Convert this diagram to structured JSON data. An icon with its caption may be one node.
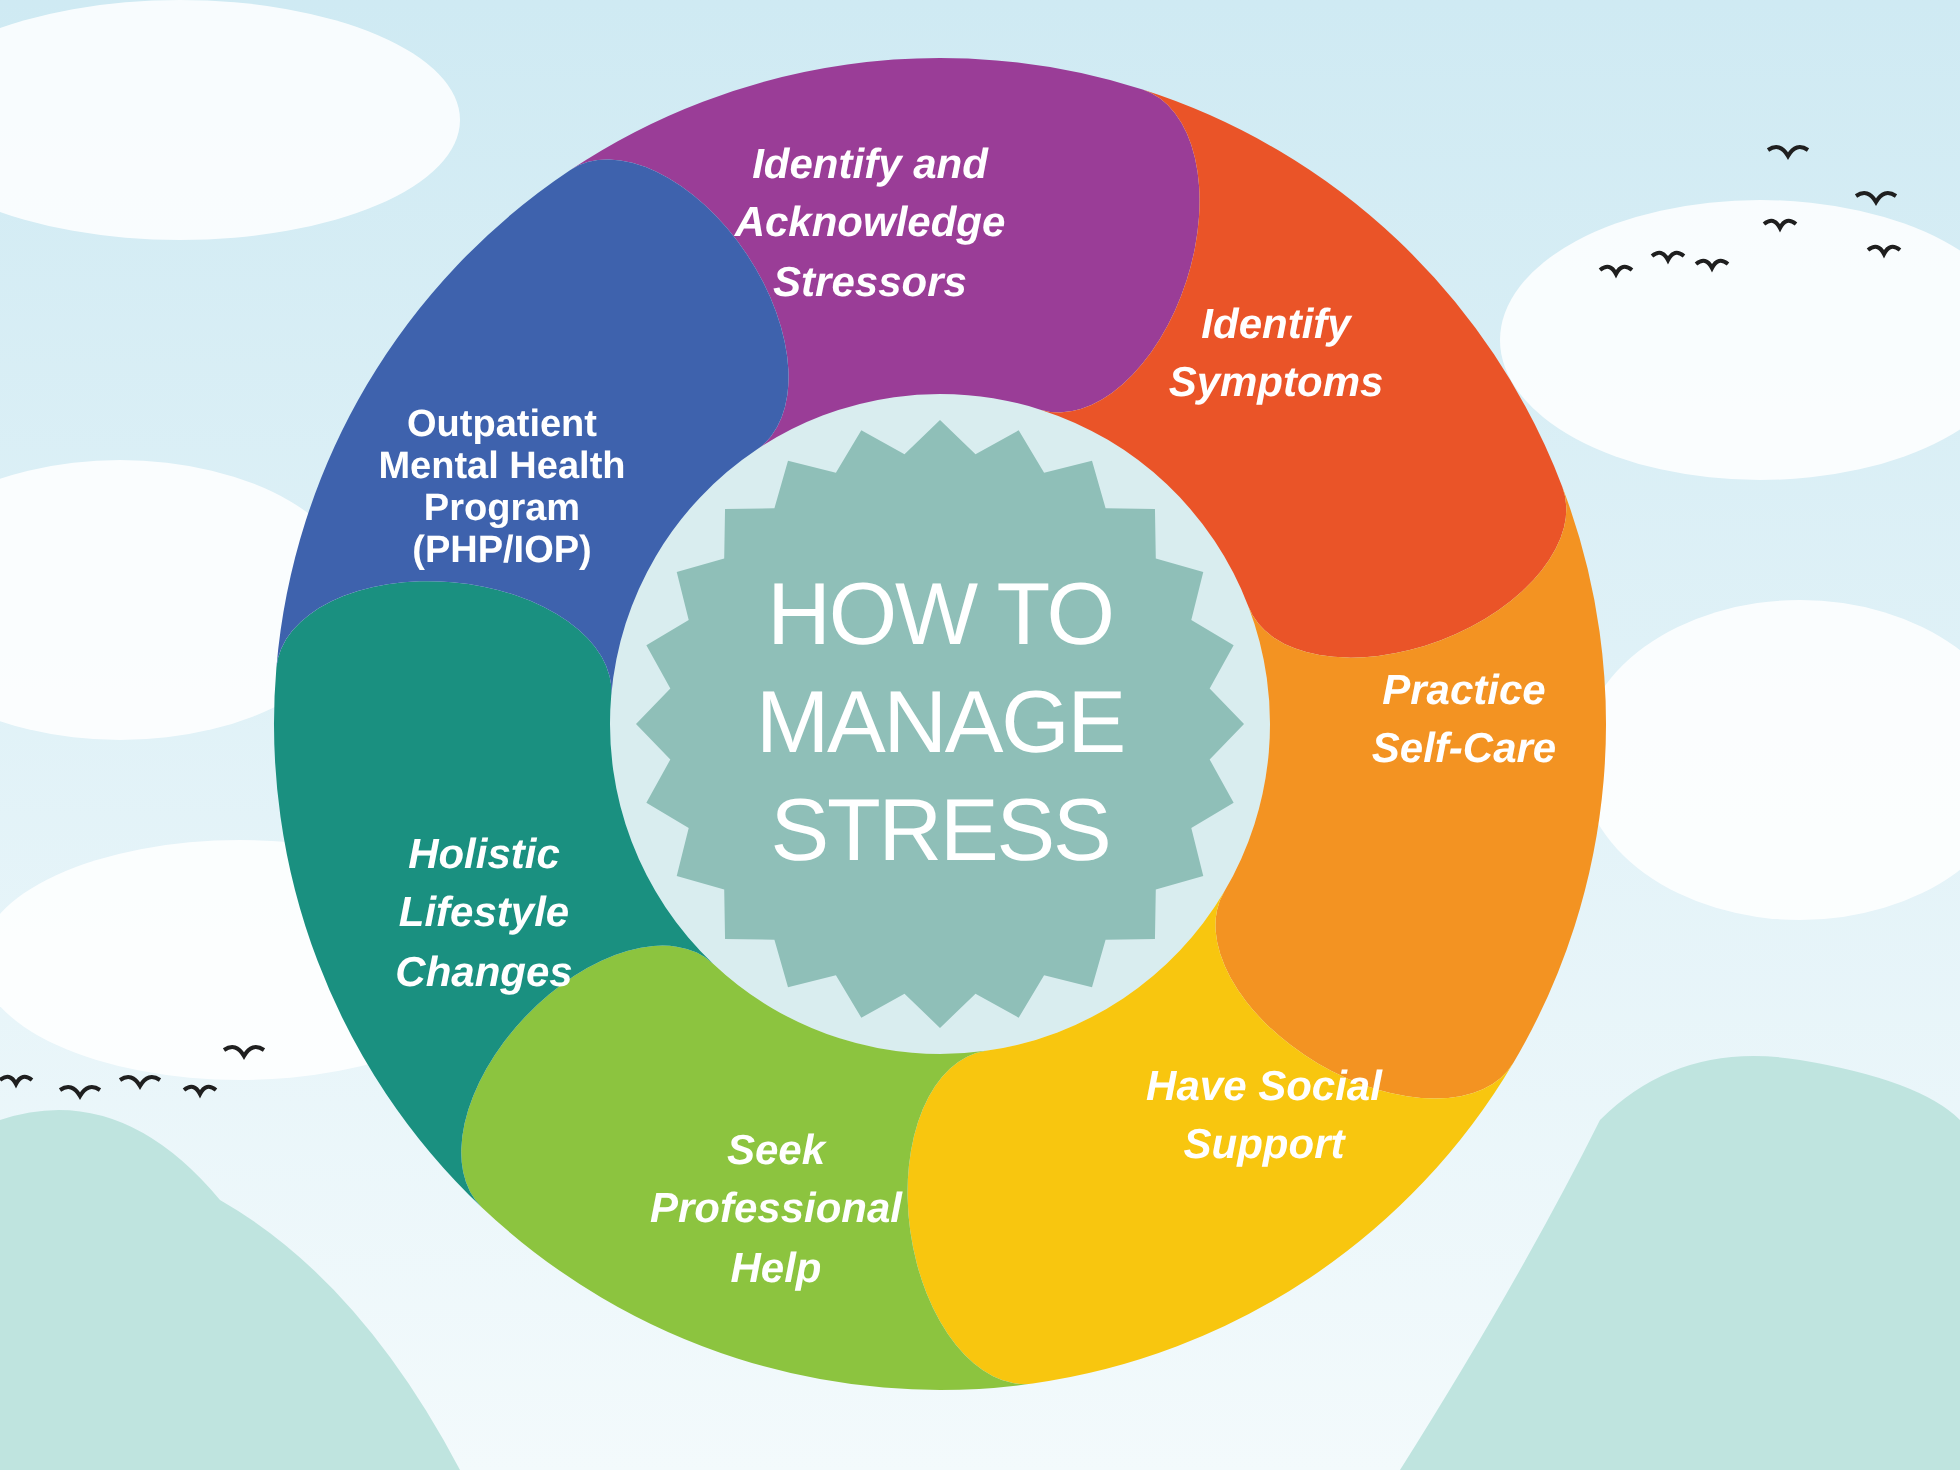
{
  "diagram": {
    "nodes": [
      {
        "text": [
          "HOW TO MANAGE STRESS"
        ]
      },
      {
        "text": [
          "Identify and Acknowledge Stressors"
        ]
      },
      {
        "text": [
          "Identify Symptoms"
        ]
      },
      {
        "text": [
          "Practice Self-Care"
        ]
      },
      {
        "text": [
          "Have Social Support"
        ]
      },
      {
        "text": [
          "Seek Professional Help"
        ]
      },
      {
        "text": [
          "Holistic Lifestyle Changes"
        ]
      },
      {
        "text": [
          "Outpatient Mental Health Program (PHP/IOP)"
        ]
      }
    ]
  }
}
